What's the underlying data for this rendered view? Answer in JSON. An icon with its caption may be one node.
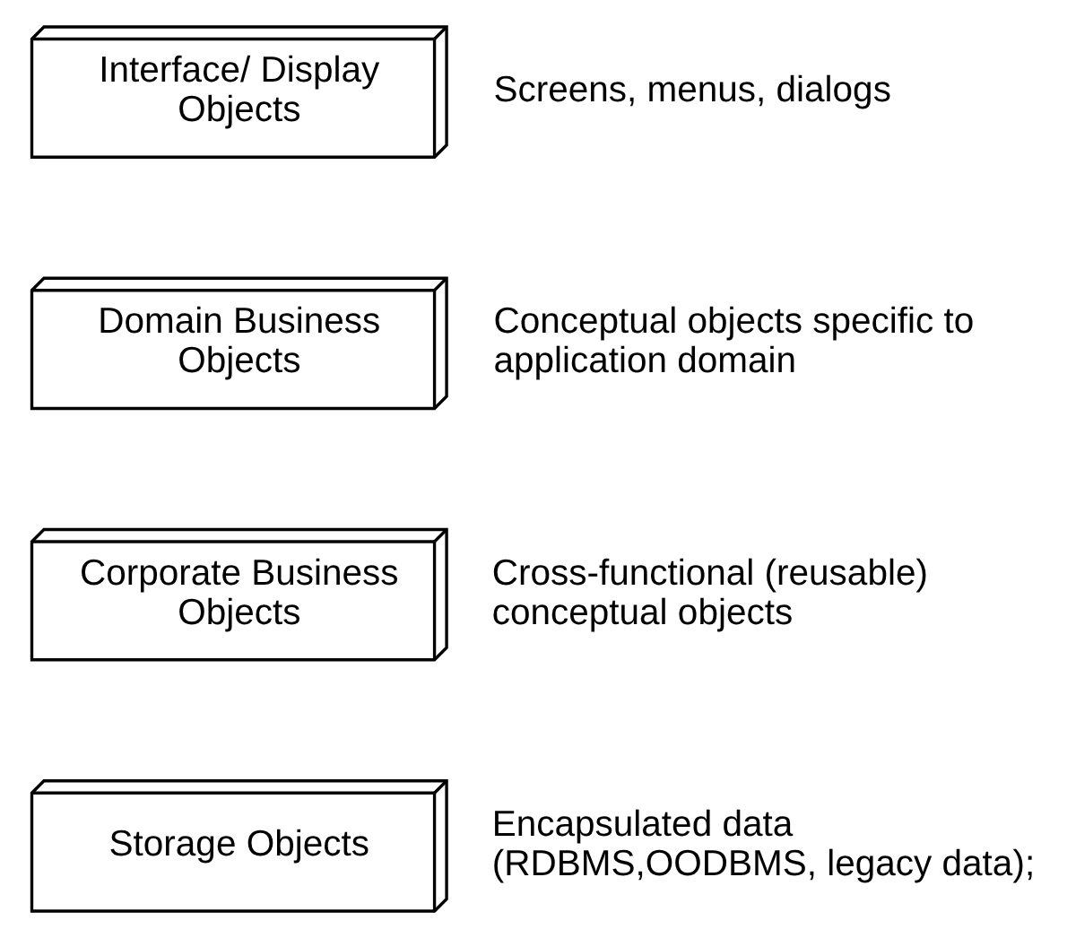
{
  "diagram": {
    "nodes": [
      {
        "text": [
          "Interface/ Display Objects"
        ],
        "beside": [
          "Screens, menus, dialogs"
        ]
      },
      {
        "text": [
          "Domain Business Objects"
        ],
        "beside": [
          "Conceptual objects specific to application domain"
        ]
      },
      {
        "text": [
          "Corporate Business Objects"
        ],
        "beside": [
          "Cross-functional (reusable) conceptual objects"
        ]
      },
      {
        "text": [
          "Storage Objects"
        ],
        "beside": [
          "Encapsulated data (RDBMS,OODBMS, legacy data);"
        ]
      }
    ],
    "edges": []
  }
}
